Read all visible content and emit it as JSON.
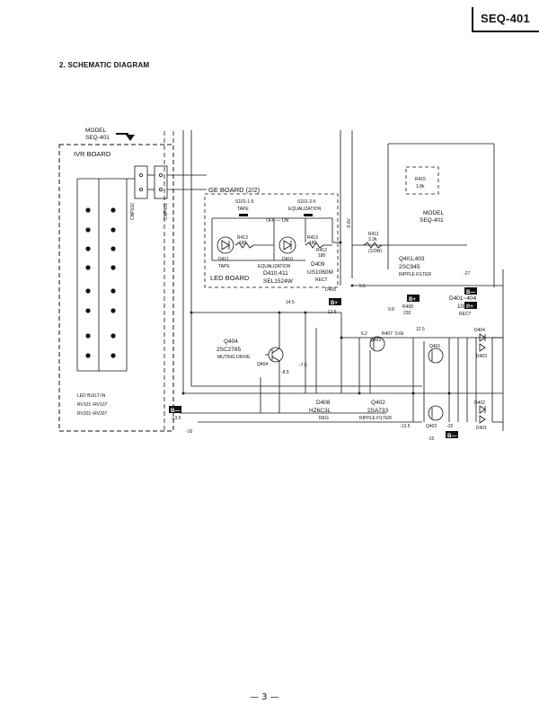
{
  "header": {
    "model": "SEQ-401"
  },
  "section_title": "2. SCHEMATIC DIAGRAM",
  "page_number": "— 3 —",
  "model_tag": {
    "line1": "MODEL",
    "line2": "SEQ-401"
  },
  "ivr_board": {
    "title": "IVR BOARD",
    "connector_left": "CNP102",
    "connector_right": "CNP401",
    "led_note1": "LED BUILT-IN",
    "led_note2": "RV101~RV107",
    "led_note3": "RV201~RV207"
  },
  "ge_board": {
    "title": "GE BOARD (2/2)",
    "switch1": "S101-1-5",
    "switch1_label": "TAPE",
    "switch2": "S101-2-5",
    "switch2_label": "EQUALIZATION",
    "switch_states": "OFF — ON",
    "r413a": "R413",
    "r413a_val": "180",
    "r413b": "R413",
    "r413b_val": "180",
    "r412": "R412",
    "r412_val": "180",
    "d411": "D411",
    "d410": "D410",
    "led_tape": "TAPE",
    "led_eq": "EQUALIZATION",
    "led_board": "LED BOARD",
    "d410_411": "D410,411",
    "sel": "SEL1524W"
  },
  "model_box": {
    "r415": "R415",
    "r415_val": "1.8k",
    "line1": "MODEL",
    "line2": "SEQ-401"
  },
  "components": {
    "r411": "R411",
    "r411_val": "3.3k",
    "r411_watt": "(1/2W)",
    "q401_403": "Q401,403",
    "q401_403_part": "2SC945",
    "q401_403_role": "RIPPLE FILTER",
    "d409": "D409",
    "d409_part": "US1060M",
    "d409_role": "RECT",
    "d409b": "D409",
    "d401_404": "D401~404",
    "d401_404_part": "10E2",
    "d401_404_role": "RECT",
    "q404": "Q404",
    "q404_part": "2SC2785",
    "q404_role": "MUTING DRIVE",
    "q404b": "Q404",
    "q403": "Q403",
    "q401": "Q401",
    "q402b": "Q402",
    "d408": "D408",
    "d408_part": "HZ6C3L",
    "d408_role": "REG",
    "q402": "Q402",
    "q402_part": "2SA733",
    "q402_role": "RIPPLE FILTER",
    "r408": "R408",
    "r408_val": "220",
    "r407": "R407",
    "r407_val": "5.6k",
    "d404": "D404",
    "d403": "D403",
    "d402": "D402",
    "d401": "D401"
  },
  "voltages": {
    "v_5_6": "-5.6V",
    "v_27": "-27",
    "v_5_5": "5.5",
    "v_14_5": "14.5",
    "v_12_5": "-12.5",
    "v_9_8": "9.8",
    "v_12_5b": "12.5",
    "v_6_2": "6.2",
    "v_8_5": "-8.5",
    "v_7_5": "-7.5",
    "v_13_5": "-13.5",
    "v_16": "-16",
    "v_13_5b": "-13.5",
    "v_15": "-15",
    "v_15b": "-15"
  },
  "rails": {
    "b_minus": "B—",
    "b_plus": "B+"
  }
}
